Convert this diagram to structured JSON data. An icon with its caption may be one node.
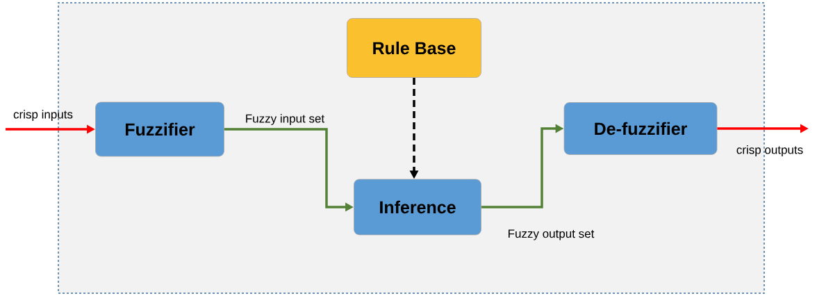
{
  "diagram": {
    "nodes": [
      {
        "text": [],
        "shape": "box"
      },
      {
        "text": [
          "Fuzzifier"
        ],
        "in": 0
      },
      {
        "text": [
          "Rule Base"
        ],
        "in": 0
      },
      {
        "text": [
          "Inference"
        ],
        "in": 0
      },
      {
        "text": [
          "De-fuzzifier"
        ],
        "in": 0
      }
    ],
    "edges": [
      {
        "from": null,
        "to": 1,
        "arrow": "to",
        "label": "crisp inputs",
        "color": "#ff0000"
      },
      {
        "from": 1,
        "to": 3,
        "arrow": "to",
        "label": "Fuzzy input set",
        "color": "#538135"
      },
      {
        "from": 2,
        "to": 3,
        "arrow": "to",
        "style": "dashed",
        "color": "#000000"
      },
      {
        "from": 3,
        "to": 4,
        "arrow": "to",
        "label": "Fuzzy output set",
        "color": "#538135"
      },
      {
        "from": 4,
        "to": null,
        "arrow": "to",
        "label": "crisp outputs",
        "color": "#ff0000"
      }
    ]
  }
}
